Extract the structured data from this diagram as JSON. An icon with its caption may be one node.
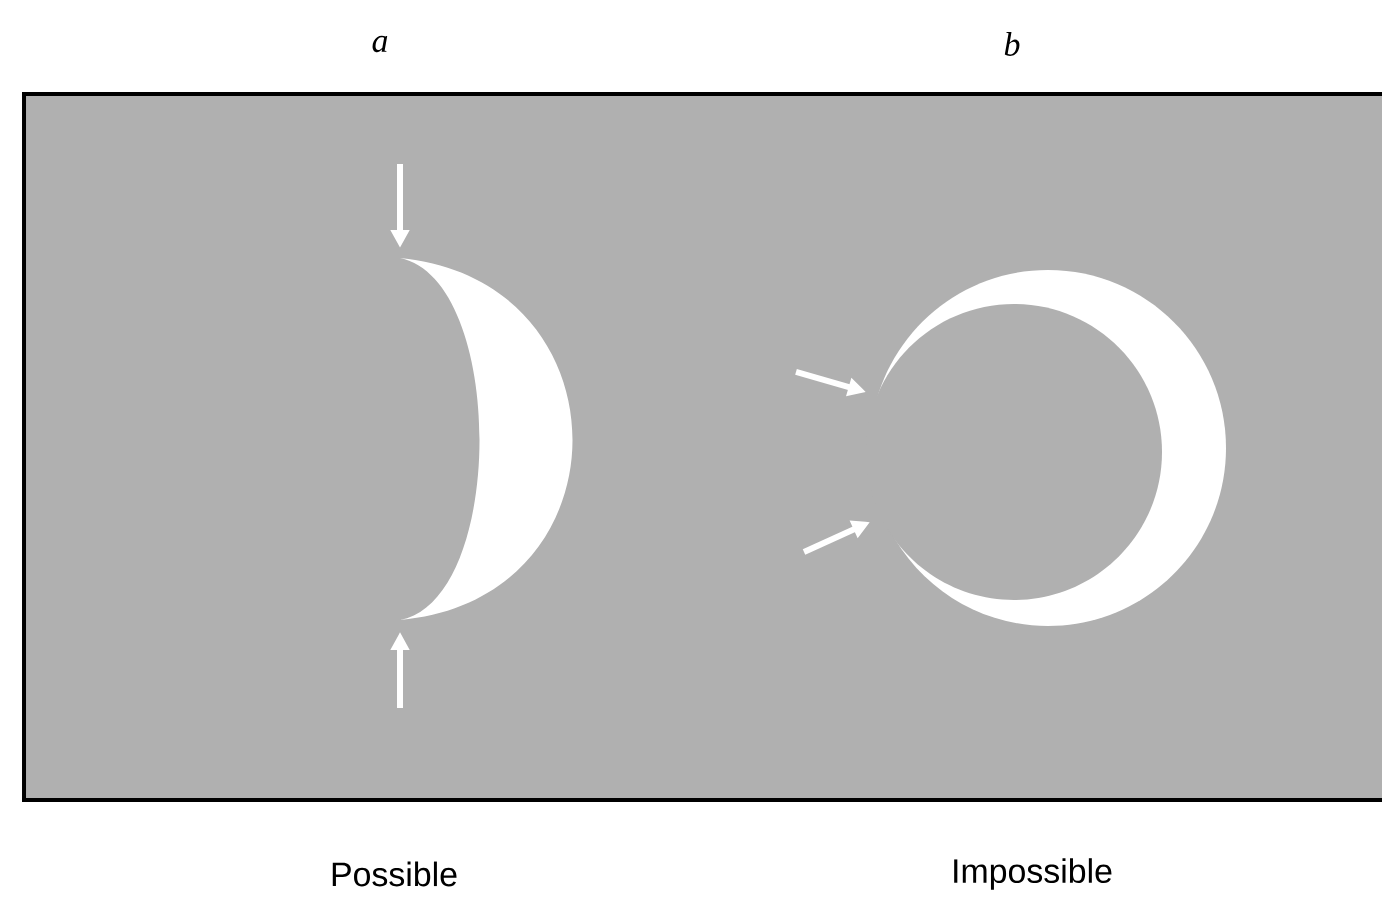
{
  "diagram": {
    "labels": [
      "a",
      "b",
      "Possible",
      "Impossible"
    ]
  }
}
